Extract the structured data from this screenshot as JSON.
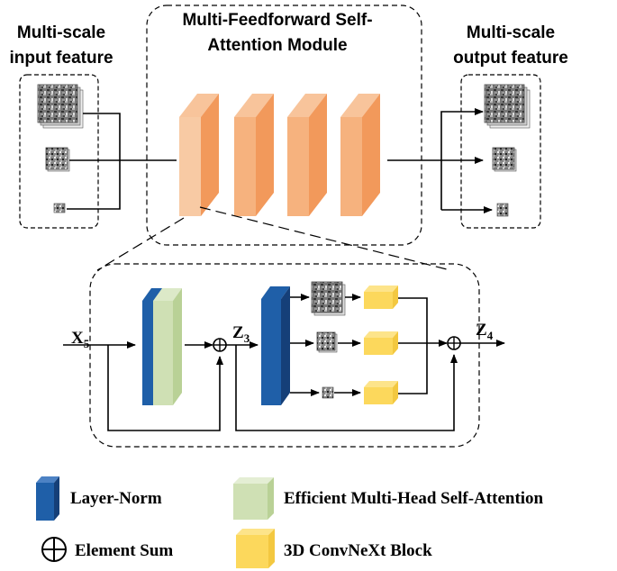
{
  "title": {
    "input_line1": "Multi-scale",
    "input_line2": "input feature",
    "module_line1": "Multi-Feedforward Self-",
    "module_line2": "Attention Module",
    "output_line1": "Multi-scale",
    "output_line2": "output feature"
  },
  "labels": {
    "x5": "X",
    "x5_sub": "5",
    "z3": "Z",
    "z3_sub": "3",
    "z4": "Z",
    "z4_sub": "4"
  },
  "legend": {
    "layer_norm": "Layer-Norm",
    "efficient_attention": "Efficient Multi-Head Self-Attention",
    "element_sum": "Element Sum",
    "convnext": "3D ConvNeXt Block"
  },
  "colors": {
    "block_front": "#f6b27e",
    "block_side": "#f2995b",
    "layer_norm": "#1f5fa8",
    "attention": "#cfe0b4",
    "convnext": "#fcd85c",
    "feature_dark": "#555555"
  }
}
